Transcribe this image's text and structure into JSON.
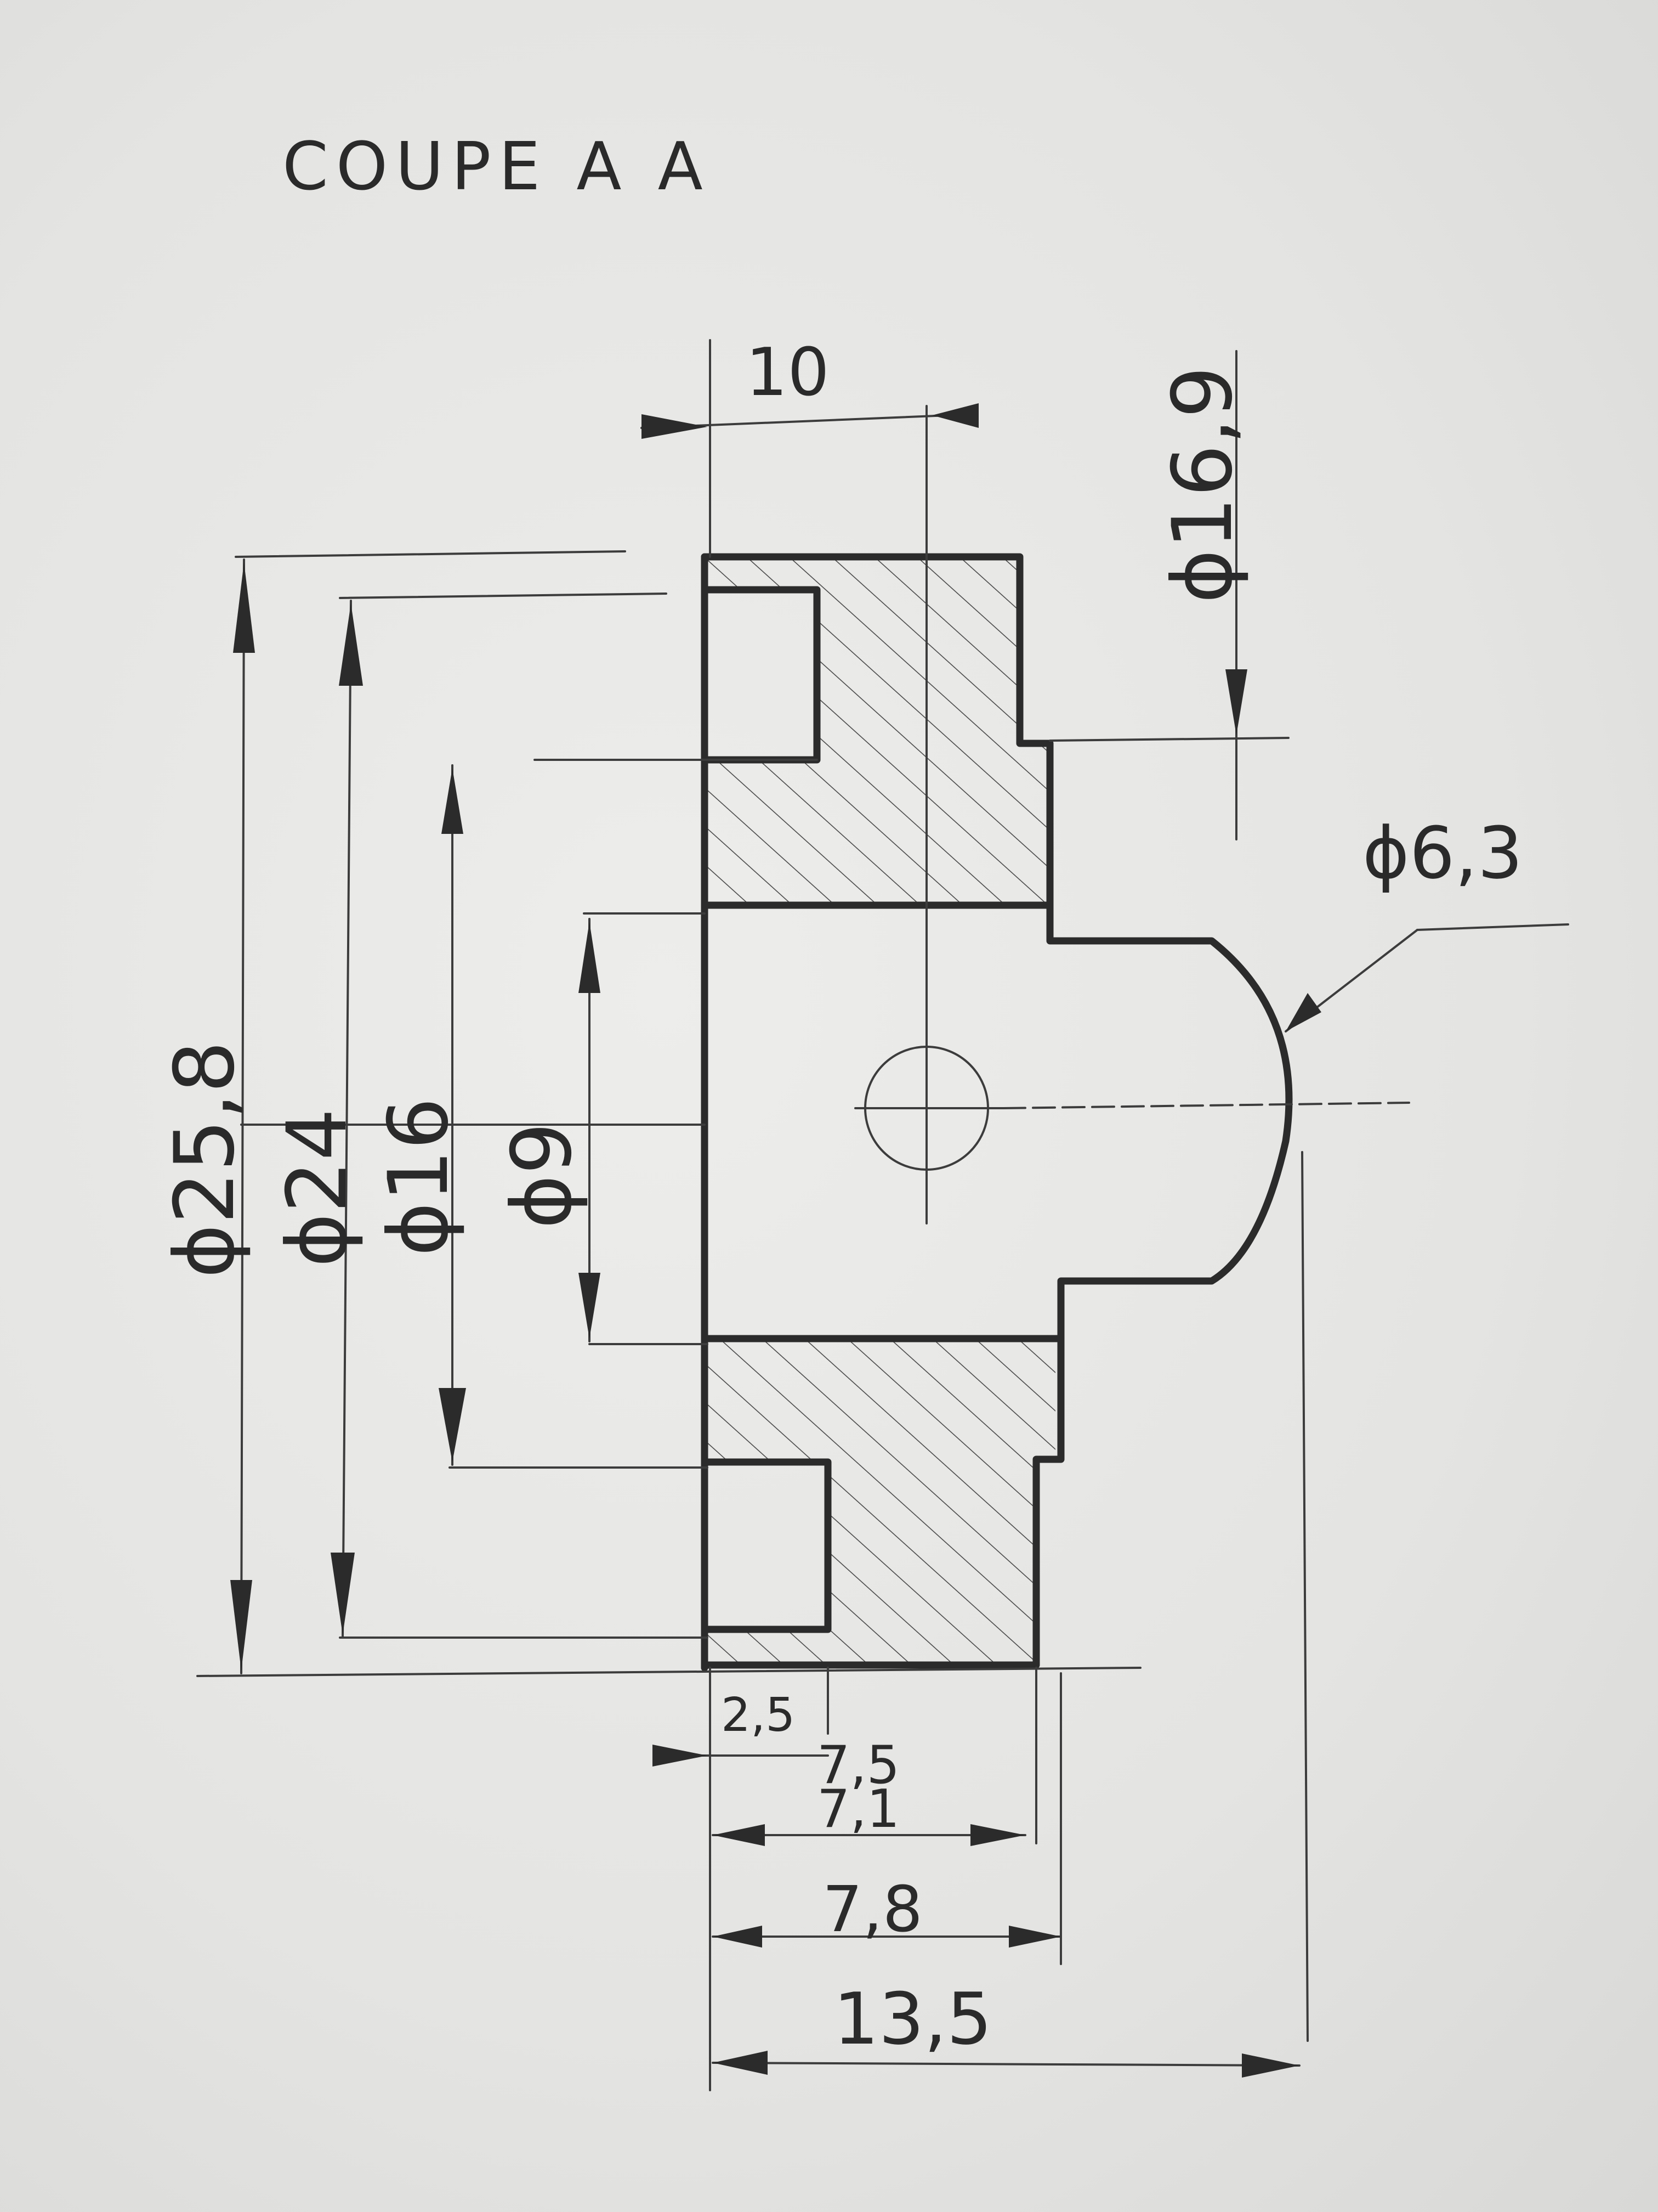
{
  "title": "COUPE A A",
  "dimensions": {
    "d_outer": "ϕ25,8",
    "d_24": "ϕ24",
    "d_16": "ϕ16",
    "d_9": "ϕ9",
    "d_16_9": "ϕ16,9",
    "d_6_3": "ϕ6,3",
    "len_10": "10",
    "len_2_5": "2,5",
    "len_7_5": "7,5",
    "len_7_1": "7,1",
    "len_7_8": "7,8",
    "len_13_5": "13,5"
  }
}
